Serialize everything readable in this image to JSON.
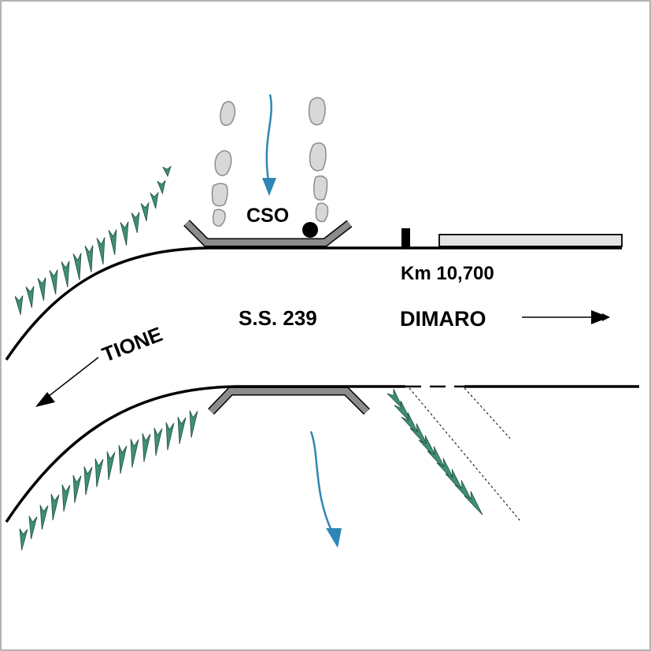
{
  "labels": {
    "cso": "CSO",
    "km": "Km 10,700",
    "road": "S.S. 239",
    "dimaro": "DIMARO",
    "tione": "TIONE"
  },
  "colors": {
    "road_line": "#000000",
    "culvert": "#8c8c8c",
    "water_arrow": "#2f86b5",
    "vegetation": "#3f8f76",
    "rock_fill": "#d8d8d8",
    "rock_stroke": "#8c8c8c",
    "bar_fill": "#e4e4e4",
    "frame": "#9a9a9a"
  },
  "icons": {
    "water_flow": "water-flow-arrow-icon",
    "vegetation": "vegetation-spike-icon",
    "rock": "rock-icon"
  }
}
